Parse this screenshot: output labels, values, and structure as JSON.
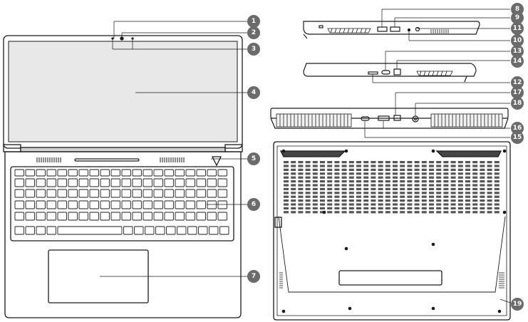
{
  "callouts": [
    {
      "label": "1"
    },
    {
      "label": "2"
    },
    {
      "label": "3"
    },
    {
      "label": "4"
    },
    {
      "label": "5"
    },
    {
      "label": "6"
    },
    {
      "label": "7"
    },
    {
      "label": "8"
    },
    {
      "label": "9"
    },
    {
      "label": "10"
    },
    {
      "label": "11"
    },
    {
      "label": "12"
    },
    {
      "label": "13"
    },
    {
      "label": "14"
    },
    {
      "label": "15"
    },
    {
      "label": "16"
    },
    {
      "label": "17"
    },
    {
      "label": "18"
    },
    {
      "label": "19"
    }
  ],
  "colors": {
    "line": "#1a1a1a",
    "badge": "#6b6b6b",
    "screen": "#e8e8e8",
    "vent": "#333333"
  }
}
